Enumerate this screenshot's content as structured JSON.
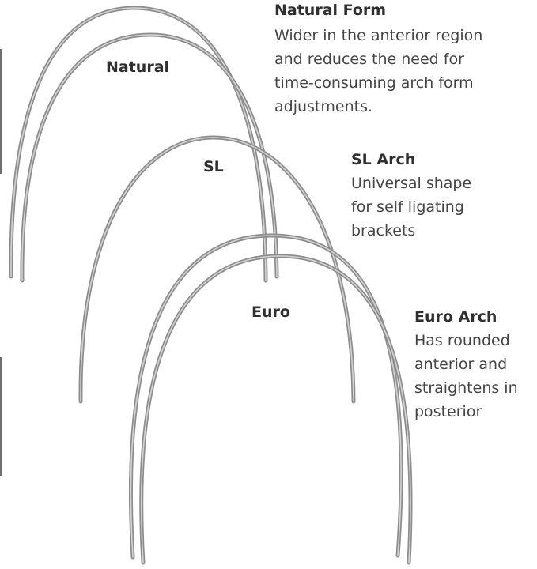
{
  "labels": {
    "natural": "Natural",
    "sl": "SL",
    "euro": "Euro"
  },
  "descriptions": {
    "natural": {
      "title": "Natural Form",
      "lines": [
        "Wider in the anterior region",
        "and reduces the need for",
        "time-consuming arch form",
        "adjustments."
      ]
    },
    "sl": {
      "title": "SL Arch",
      "lines": [
        "Universal shape",
        "for self ligating",
        "brackets"
      ]
    },
    "euro": {
      "title": "Euro Arch",
      "lines": [
        "Has rounded",
        "anterior and",
        "straightens in",
        "posterior"
      ]
    }
  },
  "colors": {
    "wire": "#8d8d8d",
    "wire_highlight": "#d2d2d2",
    "text": "#333333"
  }
}
